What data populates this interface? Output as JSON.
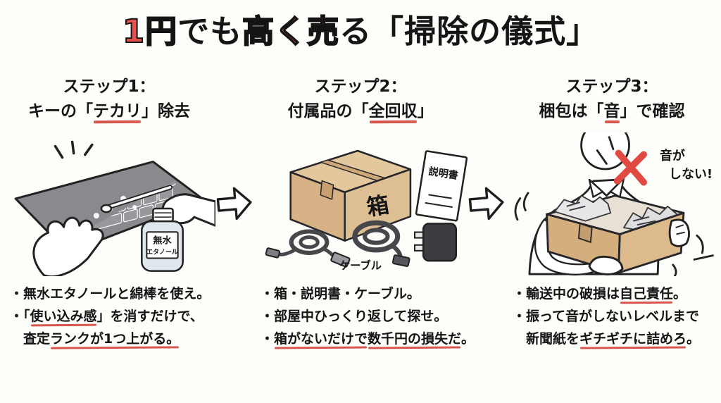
{
  "accent_red": "#d7564e",
  "title": {
    "segments": [
      {
        "t": "1円",
        "red": true
      },
      {
        "t": "でも"
      },
      {
        "t": "高く売",
        "red": true
      },
      {
        "t": "る「掃除の儀式」"
      }
    ]
  },
  "arrow_icon": "right-block-arrow",
  "steps": [
    {
      "header_line1": "ステップ1：",
      "header_line2": [
        {
          "t": "キーの「"
        },
        {
          "t": "テカリ",
          "u": true
        },
        {
          "t": "」除去"
        }
      ],
      "illustration": {
        "name": "keyboard-cleaning",
        "bottle_label_line1": "無水",
        "bottle_label_line2": "エタノール"
      },
      "bullets": [
        {
          "indent": false,
          "segments": [
            {
              "t": "・無水エタノールと綿棒を使え。"
            }
          ]
        },
        {
          "indent": false,
          "segments": [
            {
              "t": "・「"
            },
            {
              "t": "使い込み感",
              "u": true
            },
            {
              "t": "」を消すだけで、"
            }
          ]
        },
        {
          "indent": true,
          "segments": [
            {
              "t": "査定"
            },
            {
              "t": "ランクが1つ上がる。",
              "u": true
            }
          ]
        }
      ]
    },
    {
      "header_line1": "ステップ2：",
      "header_line2": [
        {
          "t": "付属品の「"
        },
        {
          "t": "全回収",
          "u": true
        },
        {
          "t": "」"
        }
      ],
      "illustration": {
        "name": "box-and-accessories",
        "box_label": "箱",
        "manual_label": "説明書",
        "cable_label": "ケーブル"
      },
      "bullets": [
        {
          "indent": false,
          "segments": [
            {
              "t": "・箱・説明書・ケーブル。"
            }
          ]
        },
        {
          "indent": false,
          "segments": [
            {
              "t": "・部屋中ひっくり返して探せ。"
            }
          ]
        },
        {
          "indent": false,
          "segments": [
            {
              "t": "・"
            },
            {
              "t": "箱がないだけで",
              "u": true
            },
            {
              "t": "数千円の損失だ",
              "u": true
            },
            {
              "t": "。"
            }
          ]
        }
      ]
    },
    {
      "header_line1": "ステップ3：",
      "header_line2": [
        {
          "t": "梱包は「"
        },
        {
          "t": "音",
          "u": true
        },
        {
          "t": "」で確認"
        }
      ],
      "illustration": {
        "name": "shaking-packed-box",
        "no_sound_line1": "音が",
        "no_sound_line2": "しない!"
      },
      "bullets": [
        {
          "indent": false,
          "segments": [
            {
              "t": "・輸送中の破損は"
            },
            {
              "t": "自己責任",
              "u": true
            },
            {
              "t": "。"
            }
          ]
        },
        {
          "indent": false,
          "segments": [
            {
              "t": "・振って音がしないレベルまで"
            }
          ]
        },
        {
          "indent": true,
          "segments": [
            {
              "t": "新聞紙を"
            },
            {
              "t": "ギチギチに詰めろ",
              "u": true
            },
            {
              "t": "。"
            }
          ]
        }
      ]
    }
  ]
}
